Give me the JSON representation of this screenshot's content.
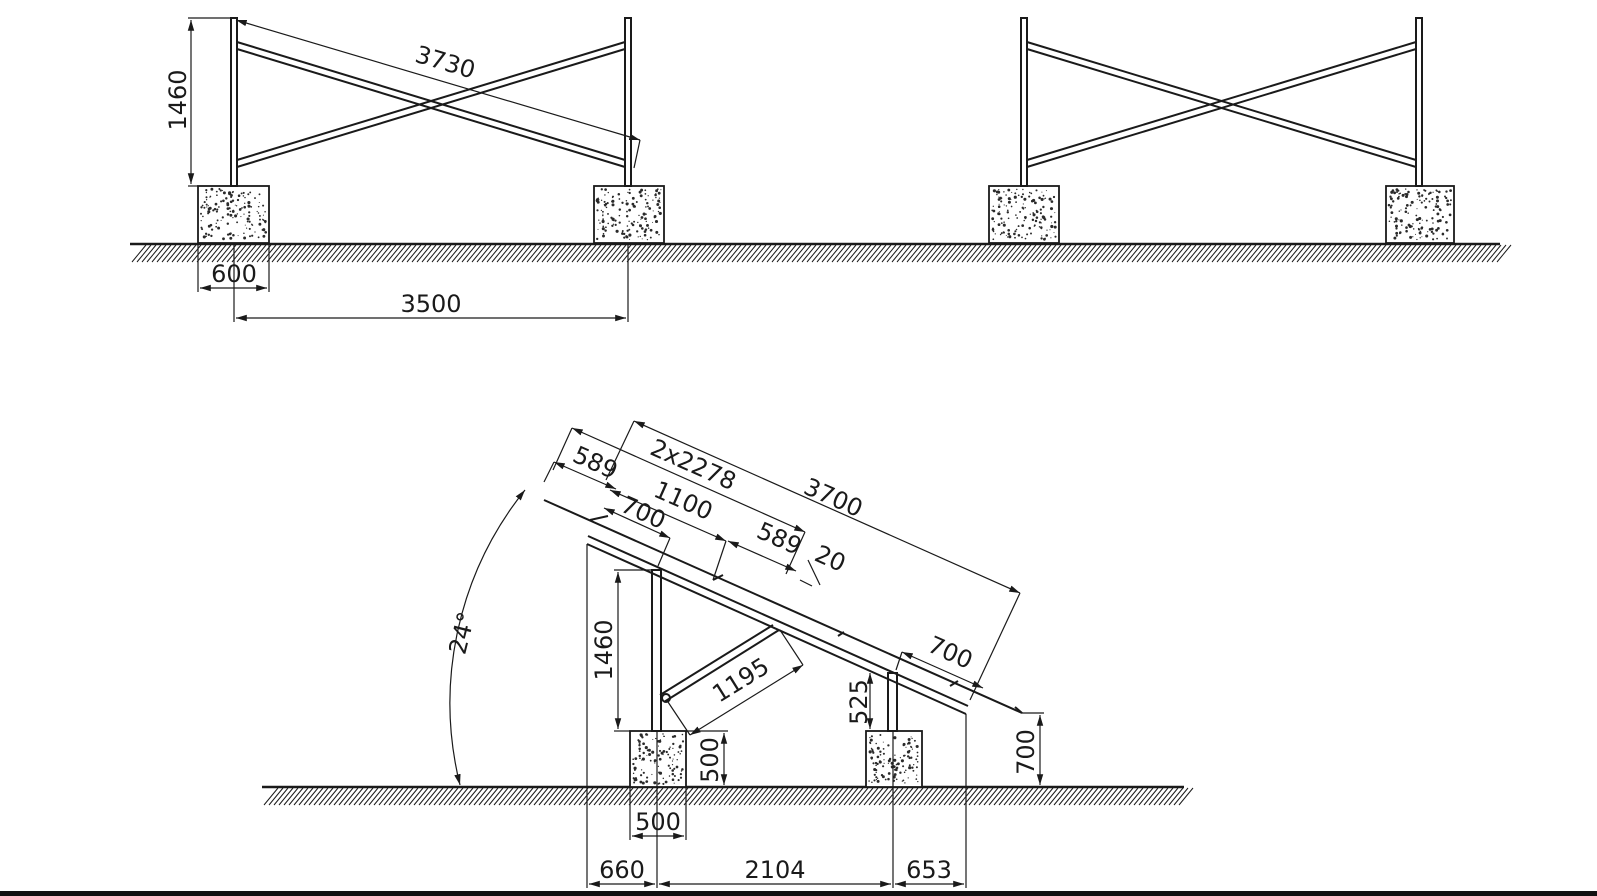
{
  "front_view": {
    "dims": {
      "height": "1460",
      "diagonal": "3730",
      "foundation_width": "600",
      "span": "3500"
    }
  },
  "side_view": {
    "dims": {
      "overhang_top": "589",
      "module_length": "2x2278",
      "rail_length": "3700",
      "rail_700_top": "700",
      "rail_1100": "1100",
      "rail_589_mid": "589",
      "rail_20": "20",
      "rail_700_bottom": "700",
      "tilt_angle": "24°",
      "front_post_height": "1460",
      "brace_length": "1195",
      "rear_post_height": "525",
      "foundation_height": "500",
      "lower_edge_height": "700",
      "foundation_width": "500",
      "front_overhang": "660",
      "post_spacing": "2104",
      "rear_overhang": "653"
    }
  }
}
